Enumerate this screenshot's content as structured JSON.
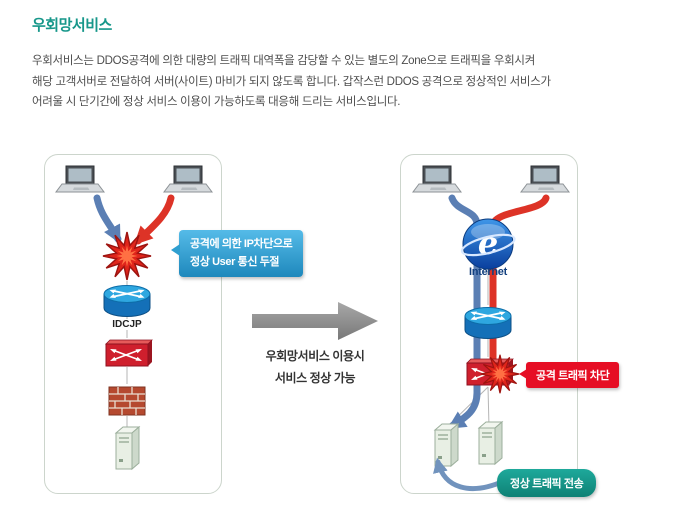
{
  "header": {
    "title": "우회망서비스",
    "description": "우회서비스는 DDOS공격에 의한 대량의 트래픽 대역폭을 감당할 수 있는 별도의 Zone으로 트래픽을 우회시켜\n해당 고객서버로 전달하여 서버(사이트) 마비가 되지 않도록 합니다. 갑작스런 DDOS 공격으로 정상적인 서비스가\n어려울 시 단기간에 정상 서비스 이용이 가능하도록 대응해 드리는 서비스입니다."
  },
  "diagram": {
    "before": {
      "callout": "공격에 의한 IP차단으로\n정상 User 통신 두절",
      "router_label": "IDCJP"
    },
    "transition": {
      "caption": "우회망서비스 이용시\n서비스 정상 가능"
    },
    "after": {
      "internet_label": "Internet",
      "internet_glyph": "e",
      "attack_callout": "공격 트래픽 차단",
      "normal_callout": "정상 트래픽 전송"
    },
    "colors": {
      "title_teal": "#17978a",
      "blue_arrow": "#5b7fb4",
      "red_arrow": "#dd3327",
      "callout_blue": "#2f9fd0",
      "callout_red": "#e60e24",
      "callout_teal": "#17978a",
      "transition_arrow_gray": "#8e8e8e"
    }
  }
}
